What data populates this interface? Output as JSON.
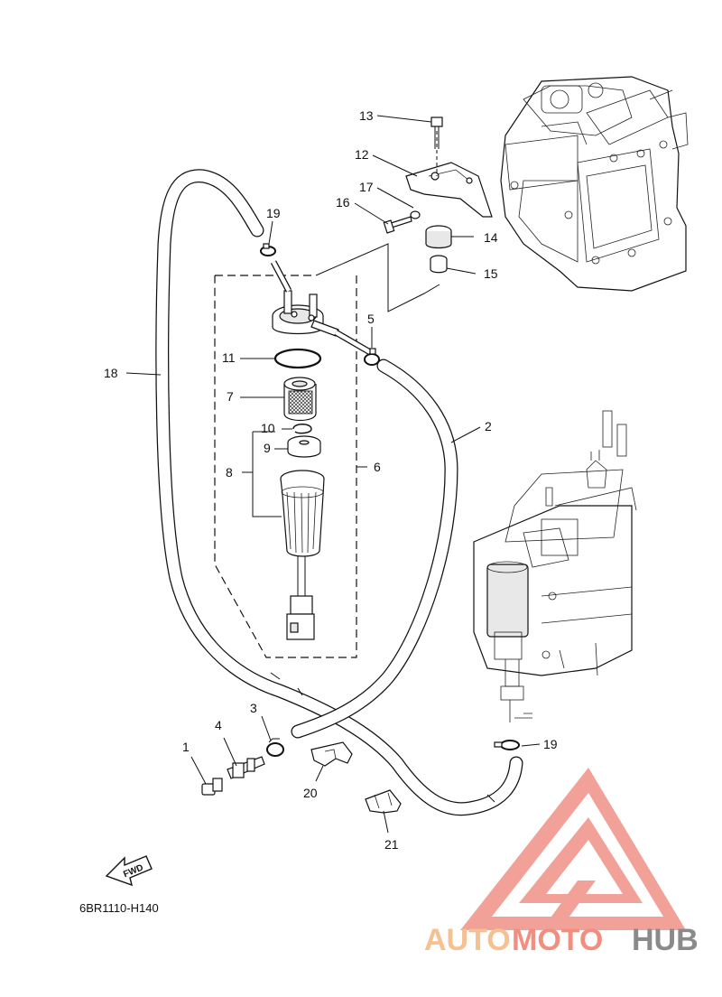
{
  "diagram_code": "6BR1110-H140",
  "fwd_label": "FWD",
  "watermark": {
    "part1": "AUTO",
    "part2": "MOTO",
    "part3": "HUB"
  },
  "colors": {
    "watermark_light": "#f6c090",
    "watermark_mid": "#f28e80",
    "watermark_dark": "#8a8a8a",
    "triangle": "#f08a80",
    "line": "#111111"
  },
  "callouts": {
    "c1": "1",
    "c2": "2",
    "c3": "3",
    "c4": "4",
    "c5": "5",
    "c6": "6",
    "c7": "7",
    "c8": "8",
    "c9": "9",
    "c10": "10",
    "c11": "11",
    "c12": "12",
    "c13": "13",
    "c14": "14",
    "c15": "15",
    "c16": "16",
    "c17": "17",
    "c18": "18",
    "c19a": "19",
    "c19b": "19",
    "c20": "20",
    "c21": "21"
  }
}
